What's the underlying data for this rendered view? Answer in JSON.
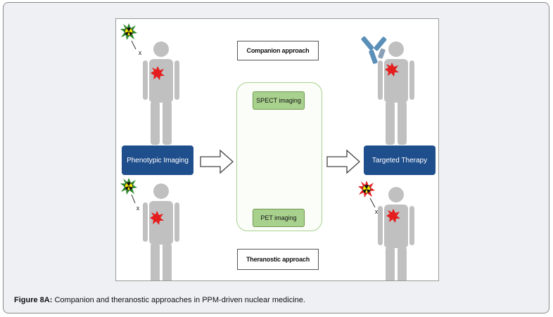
{
  "diagram": {
    "companion_label": "Companion approach",
    "theranostic_label": "Theranostic approach",
    "phenotypic_label": "Phenotypic Imaging",
    "targeted_label": "Targeted Therapy",
    "spect_label": "SPECT imaging",
    "pet_label": "PET imaging",
    "blocked_marker": "x",
    "colors": {
      "person": "#c0c0c0",
      "lesion": "#e41e1e",
      "blue_box": "#1f4e8c",
      "green_box": "#a9d18e",
      "radiation_yellow": "#f2e600"
    },
    "icons": [
      "person-icon",
      "radioactive-tracer-icon",
      "antibody-icon",
      "pet-scanner-icon",
      "right-arrow-icon"
    ]
  },
  "caption": {
    "label": "Figure 8A:",
    "text": "Companion and theranostic approaches in PPM-driven nuclear medicine."
  }
}
